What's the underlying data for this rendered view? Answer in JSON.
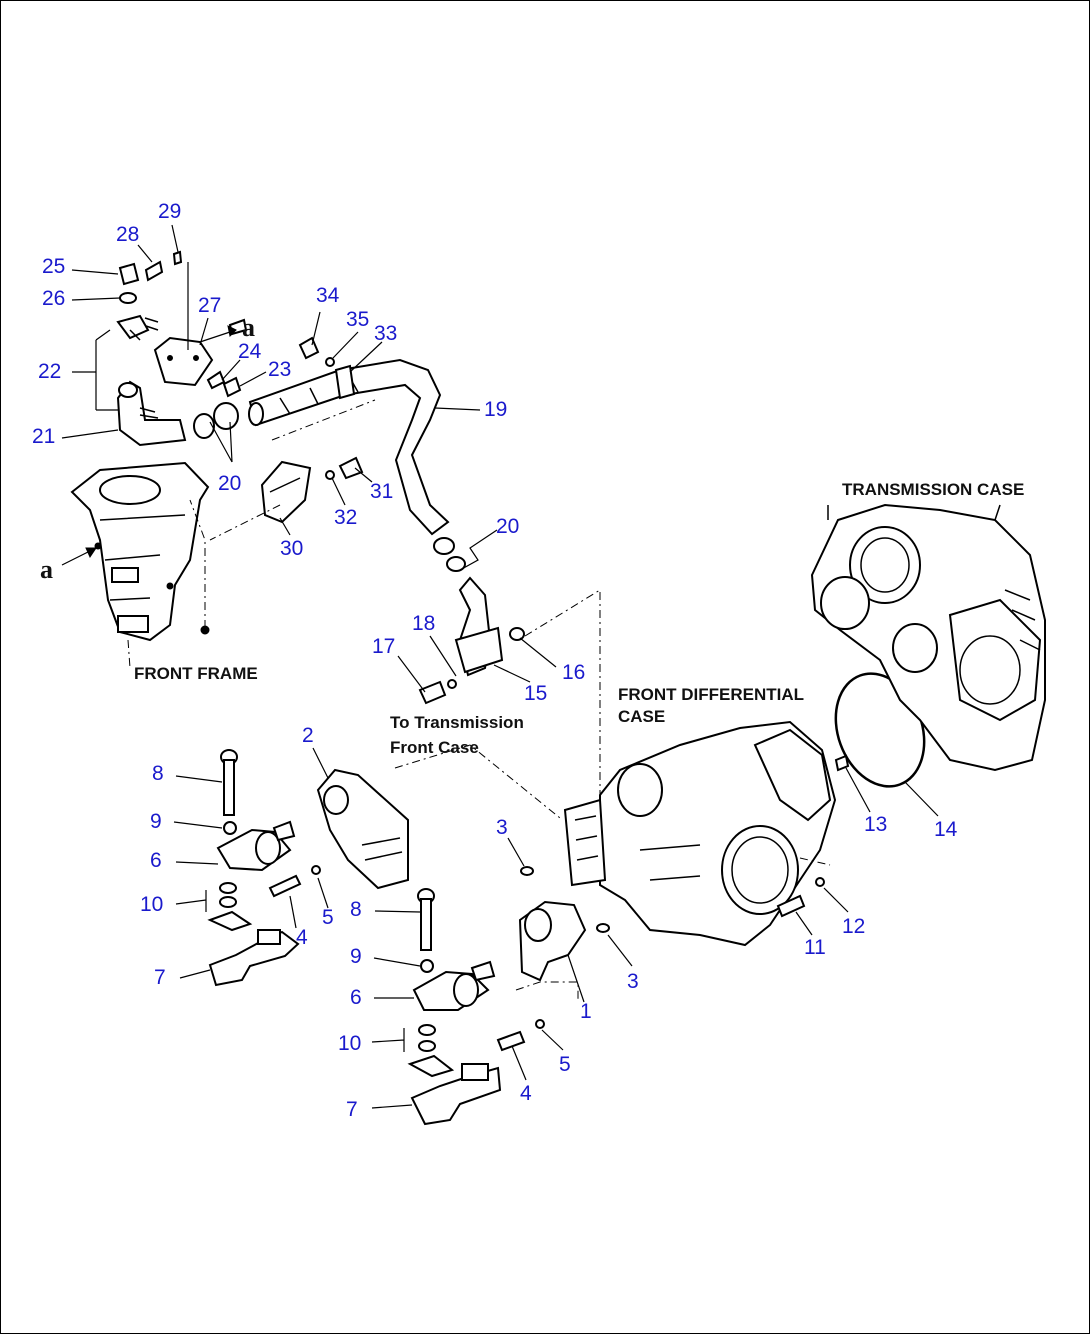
{
  "labels": {
    "front_frame": "FRONT FRAME",
    "transmission_case": "TRANSMISSION CASE",
    "front_differential_line1": "FRONT DIFFERENTIAL",
    "front_differential_line2": "CASE",
    "to_transmission_line1": "To Transmission",
    "to_transmission_line2": "Front Case",
    "ref_a": "a"
  },
  "callouts": [
    "29",
    "28",
    "25",
    "26",
    "27",
    "22",
    "24",
    "23",
    "21",
    "20",
    "34",
    "35",
    "33",
    "19",
    "31",
    "32",
    "30",
    "20",
    "18",
    "17",
    "16",
    "15",
    "2",
    "8",
    "9",
    "6",
    "10",
    "4",
    "5",
    "7",
    "3",
    "8",
    "9",
    "6",
    "10",
    "7",
    "1",
    "4",
    "5",
    "3",
    "13",
    "14",
    "11",
    "12"
  ]
}
